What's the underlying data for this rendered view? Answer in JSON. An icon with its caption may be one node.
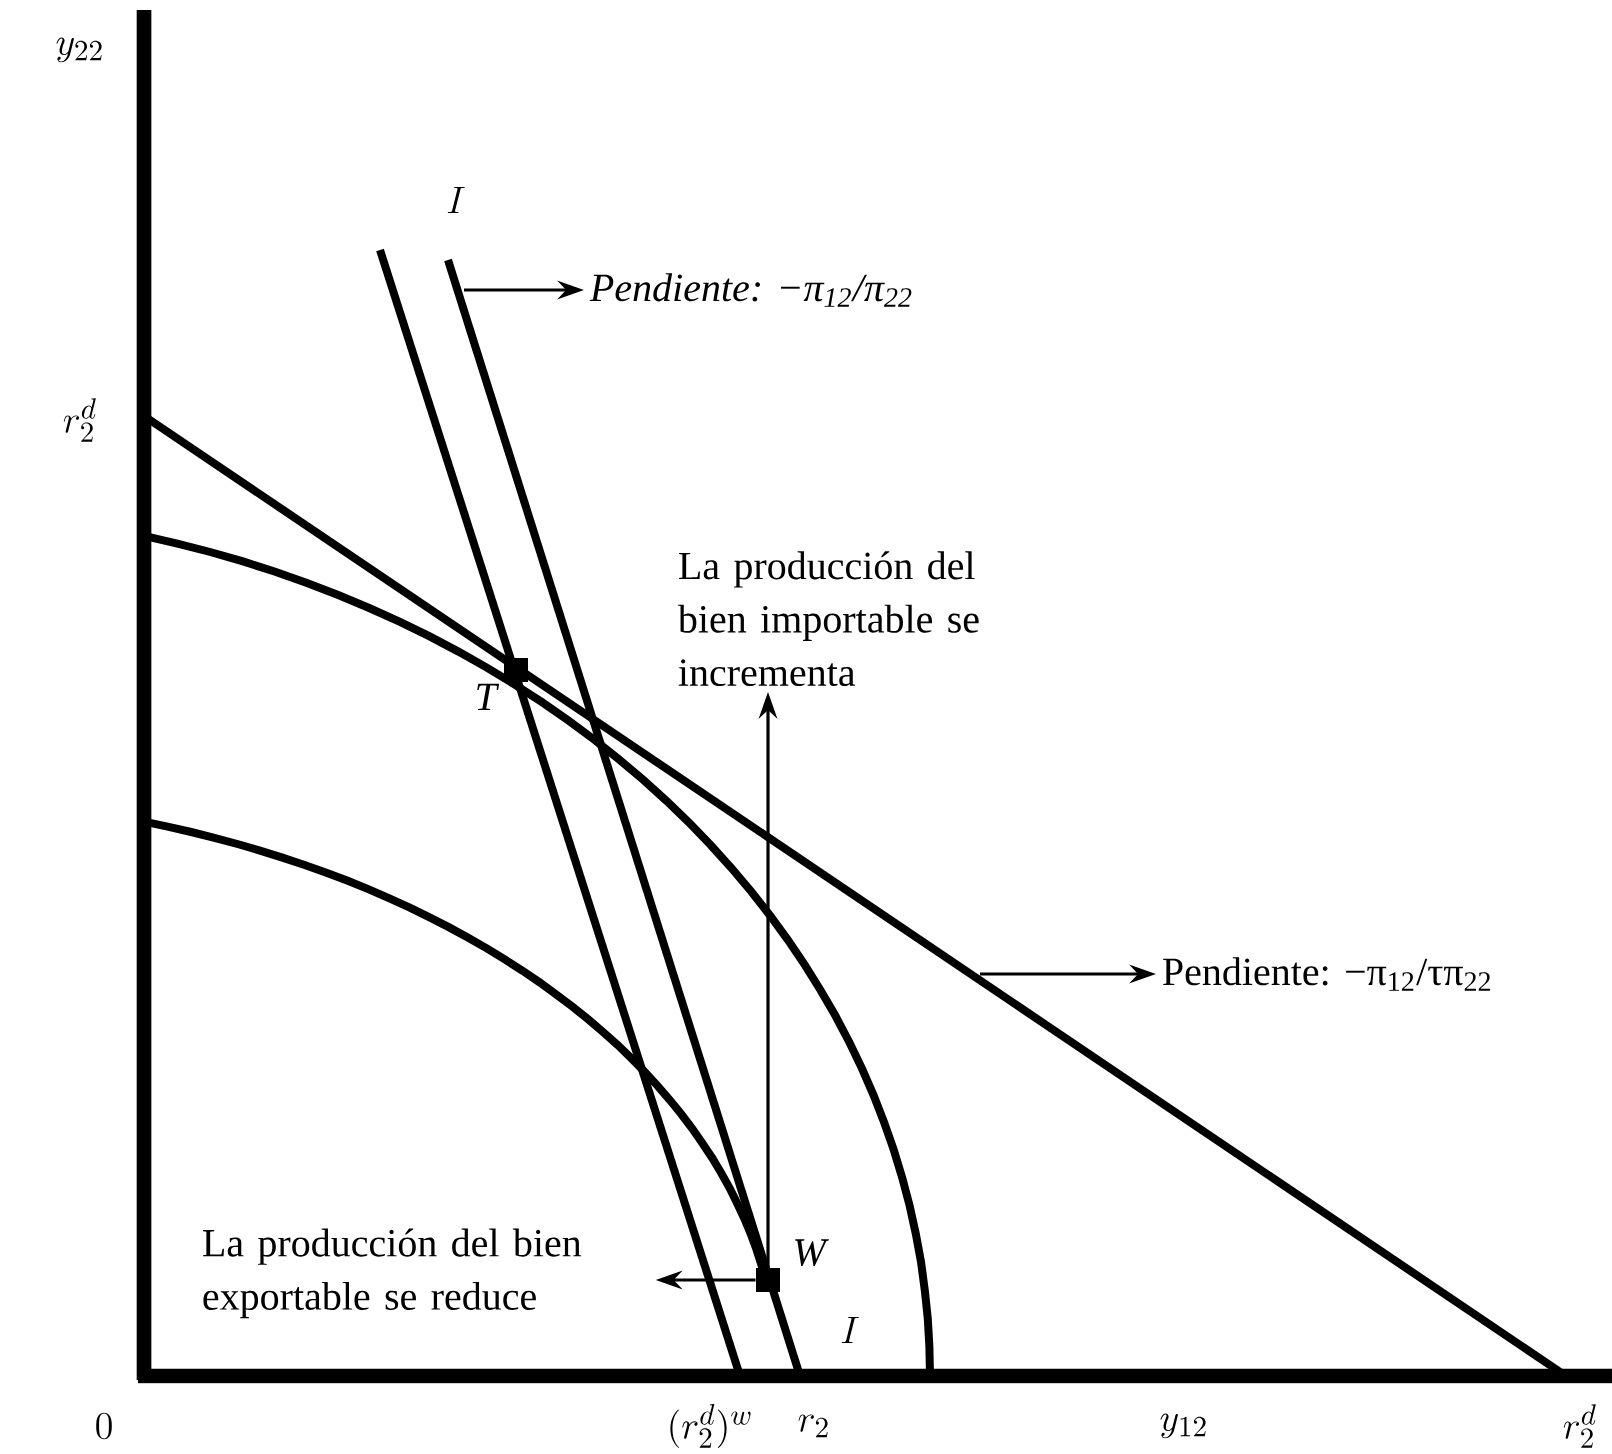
{
  "diagram": {
    "nodes": [
      {
        "text": [
          "Pendiente: −π$_{12}$/π$_{22}$"
        ]
      },
      {
        "text": [
          "La producción del bien importable se incrementa"
        ]
      },
      {
        "text": [
          "T"
        ]
      },
      {
        "text": [
          "Pendiente: −π$_{12}$/τπ$_{22}$"
        ]
      },
      {
        "text": [
          "La producción del bien exportable se reduce"
        ]
      },
      {
        "text": [
          "W"
        ]
      }
    ],
    "edges": [
      {
        "from": null,
        "to": 0,
        "arrow": "to"
      },
      {
        "from": 5,
        "to": 1,
        "arrow": "to"
      },
      {
        "from": null,
        "to": 3,
        "arrow": "to"
      },
      {
        "from": 5,
        "to": 4,
        "arrow": "to"
      }
    ],
    "labels": [
      "y_{22}",
      "I",
      "r_2^d",
      "I",
      "0",
      "(r_2^d)^w",
      "r_2",
      "y_{12}",
      "r_2^d"
    ]
  }
}
